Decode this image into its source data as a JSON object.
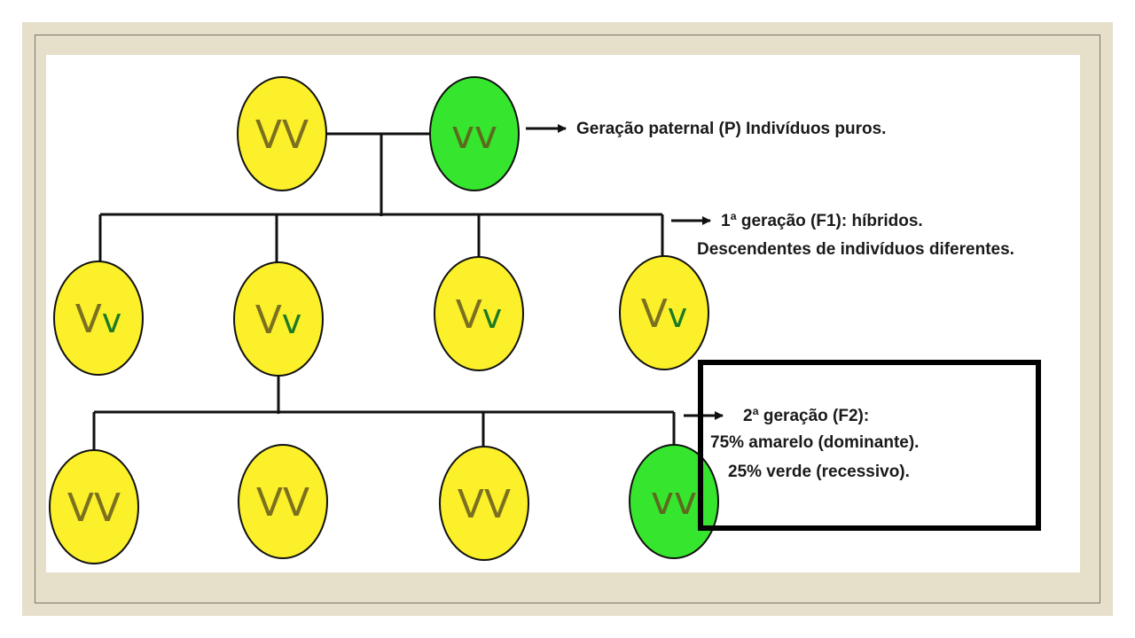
{
  "colors": {
    "yellow": "#fbf02a",
    "green": "#36e52d",
    "allele_dominant": "#7b7020",
    "allele_recessive": "#1d7a24",
    "line": "#111111"
  },
  "generations": {
    "p": {
      "individuals": [
        {
          "genotype_a": "V",
          "genotype_b": "V",
          "color": "yellow",
          "alleles": [
            "dominant",
            "dominant"
          ]
        },
        {
          "genotype_a": "v",
          "genotype_b": "v",
          "color": "green",
          "alleles": [
            "dominant",
            "dominant"
          ]
        }
      ],
      "label": "Geração paternal (P) Indivíduos puros."
    },
    "f1": {
      "individuals": [
        {
          "genotype_a": "V",
          "genotype_b": "v",
          "color": "yellow",
          "alleles": [
            "dominant",
            "recessive"
          ]
        },
        {
          "genotype_a": "V",
          "genotype_b": "v",
          "color": "yellow",
          "alleles": [
            "dominant",
            "recessive"
          ]
        },
        {
          "genotype_a": "V",
          "genotype_b": "v",
          "color": "yellow",
          "alleles": [
            "dominant",
            "recessive"
          ]
        },
        {
          "genotype_a": "V",
          "genotype_b": "v",
          "color": "yellow",
          "alleles": [
            "dominant",
            "recessive"
          ]
        }
      ],
      "label_line1": "1ª geração (F1): híbridos.",
      "label_line2": "Descendentes de indivíduos diferentes."
    },
    "f2": {
      "individuals": [
        {
          "genotype_a": "V",
          "genotype_b": "V",
          "color": "yellow",
          "alleles": [
            "dominant",
            "dominant"
          ]
        },
        {
          "genotype_a": "V",
          "genotype_b": "V",
          "color": "yellow",
          "alleles": [
            "dominant",
            "dominant"
          ]
        },
        {
          "genotype_a": "V",
          "genotype_b": "V",
          "color": "yellow",
          "alleles": [
            "dominant",
            "dominant"
          ]
        },
        {
          "genotype_a": "v",
          "genotype_b": "v",
          "color": "green",
          "alleles": [
            "dominant",
            "dominant"
          ]
        }
      ],
      "label_line1": "2ª geração (F2):",
      "label_line2": "75% amarelo (dominante).",
      "label_line3": "25% verde (recessivo)."
    }
  }
}
